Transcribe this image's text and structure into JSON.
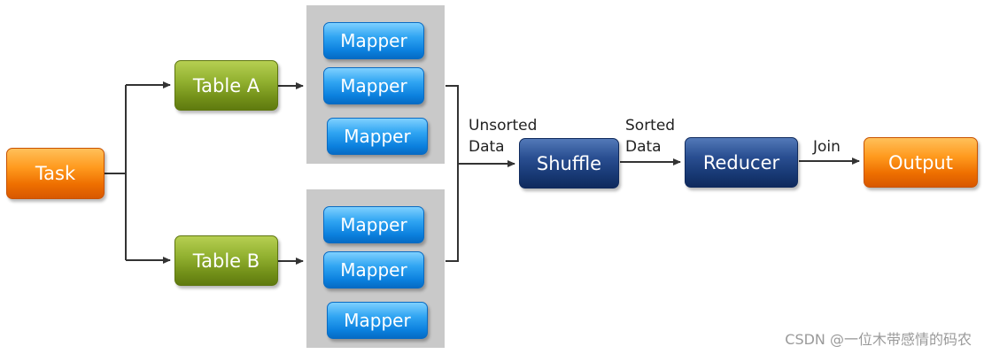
{
  "nodes": {
    "task": "Task",
    "table_a": "Table A",
    "table_b": "Table B",
    "mapper": "Mapper",
    "shuffle": "Shuffle",
    "reducer": "Reducer",
    "output": "Output"
  },
  "edge_labels": {
    "unsorted_line1": "Unsorted",
    "unsorted_line2": "Data",
    "sorted_line1": "Sorted",
    "sorted_line2": "Data",
    "join": "Join"
  },
  "watermark": "CSDN @一位木带感情的码农",
  "colors": {
    "task_output": "#ff8c1a",
    "table": "#8aa82a",
    "shuffle_reducer": "#1f3f7f",
    "mapper": "#1a90ea",
    "mapper_group_bg": "#c9c9c9",
    "arrow": "#333333"
  }
}
